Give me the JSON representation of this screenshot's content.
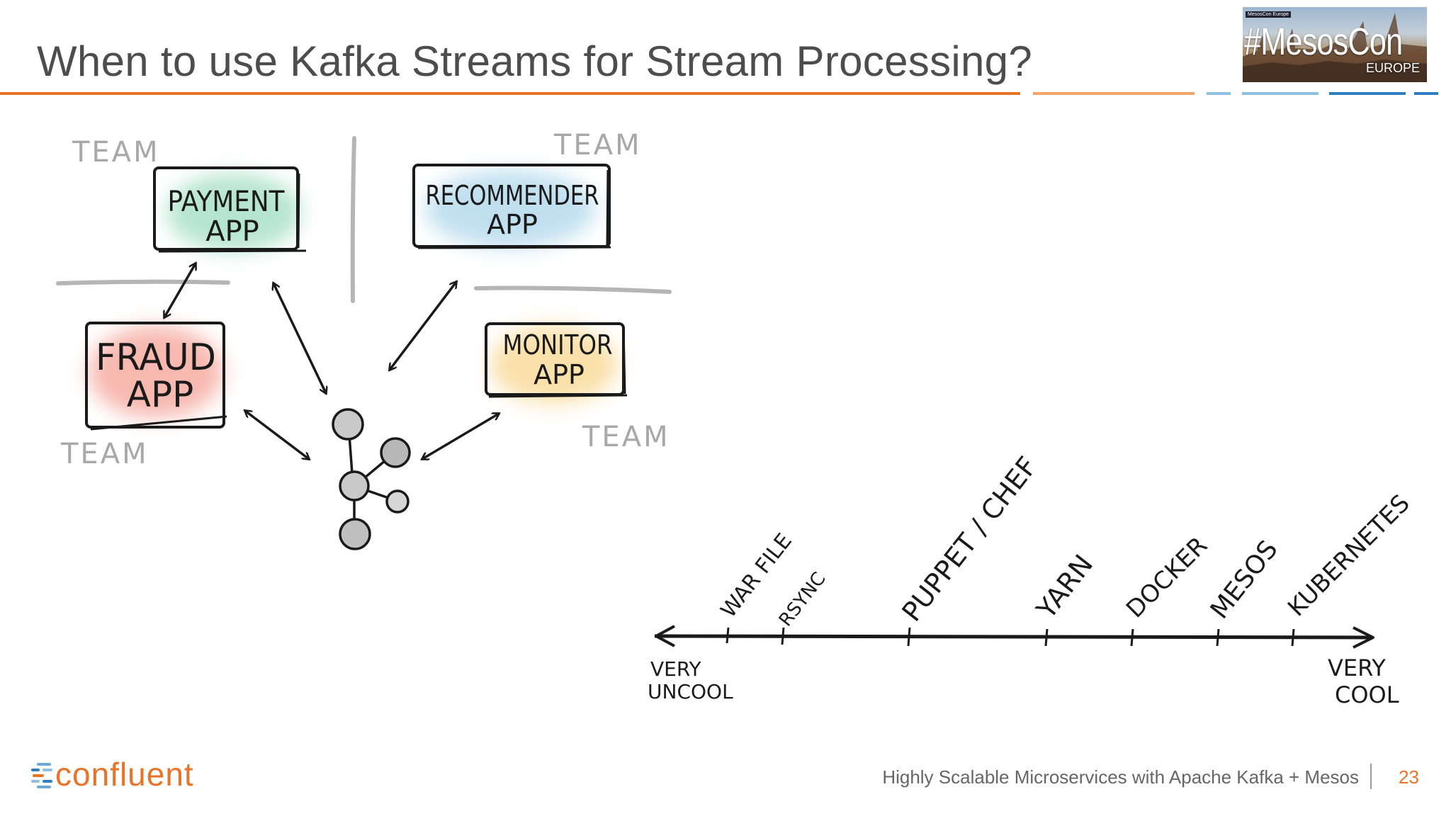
{
  "slide": {
    "title": "When to use Kafka Streams for Stream Processing?",
    "accent_color": "#e8742a",
    "blue_color": "#2e7fbf"
  },
  "badge": {
    "small_text": "MesosCon Europe",
    "main_text": "#MesosCon",
    "sub_text": "EUROPE"
  },
  "sketch": {
    "team_label": "TEAM",
    "apps": [
      {
        "line1": "PAYMENT",
        "line2": "APP",
        "color": "#7ccfae"
      },
      {
        "line1": "RECOMMENDER",
        "line2": "APP",
        "color": "#8fc7e3"
      },
      {
        "line1": "FRAUD",
        "line2": "APP",
        "color": "#f28a7c"
      },
      {
        "line1": "MONITOR",
        "line2": "APP",
        "color": "#f7cc72"
      }
    ],
    "icons": {
      "cluster": "kafka-cluster-icon"
    }
  },
  "timeline": {
    "left_label_1": "VERY",
    "left_label_2": "UNCOOL",
    "right_label_1": "VERY",
    "right_label_2": "COOL",
    "ticks": [
      "WAR FILE",
      "RSYNC",
      "PUPPET / CHEF",
      "YARN",
      "DOCKER",
      "MESOS",
      "KUBERNETES"
    ]
  },
  "footer": {
    "logo_text": "confluent",
    "presentation_title": "Highly Scalable Microservices with Apache Kafka + Mesos",
    "page_number": "23"
  }
}
